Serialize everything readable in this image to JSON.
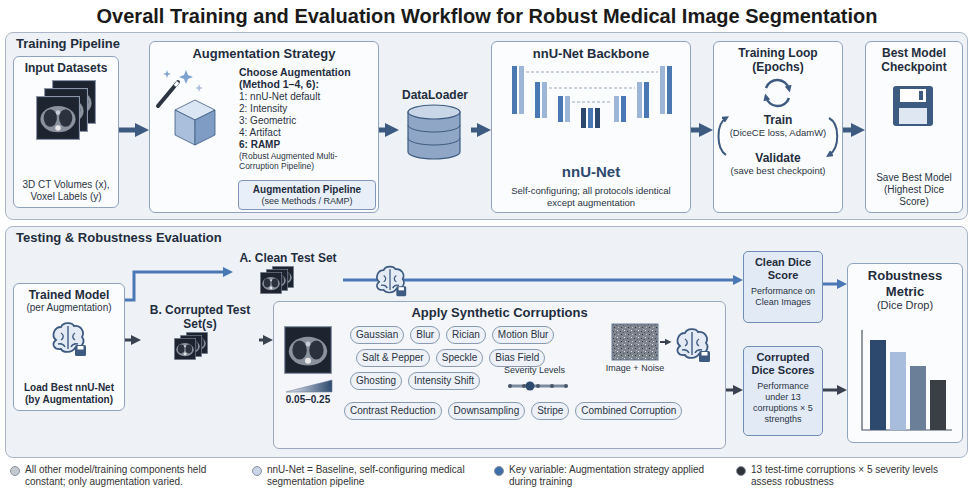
{
  "diagram": {
    "title": "Overall Training and Evaluation Workflow for Robust Medical Image Segmentation",
    "nodes": [
      {
        "text": [
          "Training Pipeline"
        ]
      },
      {
        "text": [
          "Input Datasets",
          "3D CT Volumes (x), Voxel Labels (y)"
        ],
        "in": 0
      },
      {
        "text": [
          "Augmentation Strategy",
          "Choose Augmentation (Method 1–4, 6):",
          "1: nnU-Net default",
          "2: Intensity",
          "3: Geometric",
          "4: Artifact",
          "6: RAMP",
          "(Robust Augmented Multi-Corruption Pipeline)"
        ],
        "in": 0
      },
      {
        "text": [
          "Augmentation Pipeline",
          "(see Methods / RAMP)"
        ],
        "in": 2
      },
      {
        "text": [
          "DataLoader"
        ],
        "in": 0
      },
      {
        "text": [
          "nnU-Net Backbone",
          "nnU-Net",
          "Self-configuring; all protocols identical except augmentation"
        ],
        "in": 0
      },
      {
        "text": [
          "Training Loop (Epochs)",
          "Train",
          "(DiceCE loss, AdamW)",
          "Validate",
          "(save best checkpoint)"
        ],
        "in": 0
      },
      {
        "text": [
          "Best Model Checkpoint",
          "Save Best Model (Highest Dice Score)"
        ],
        "in": 0
      },
      {
        "text": [
          "Testing & Robustness Evaluation"
        ]
      },
      {
        "text": [
          "Trained Model",
          "(per Augmentation)",
          "Load Best nnU-Net (by Augmentation)"
        ],
        "in": 8
      },
      {
        "text": [
          "A. Clean Test Set"
        ],
        "in": 8
      },
      {
        "text": [
          "B. Corrupted Test Set(s)"
        ],
        "in": 8
      },
      {
        "text": [
          "Apply Synthetic Corruptions"
        ],
        "in": 8
      },
      {
        "text": [
          "Gaussian"
        ],
        "in": 12
      },
      {
        "text": [
          "Blur"
        ],
        "in": 12
      },
      {
        "text": [
          "Rician"
        ],
        "in": 12
      },
      {
        "text": [
          "Motion Blur"
        ],
        "in": 12
      },
      {
        "text": [
          "Salt & Pepper"
        ],
        "in": 12
      },
      {
        "text": [
          "Speckle"
        ],
        "in": 12
      },
      {
        "text": [
          "Bias Field"
        ],
        "in": 12
      },
      {
        "text": [
          "Ghosting"
        ],
        "in": 12
      },
      {
        "text": [
          "Intensity Shift"
        ],
        "in": 12
      },
      {
        "text": [
          "Contrast Reduction"
        ],
        "in": 12
      },
      {
        "text": [
          "Downsampling"
        ],
        "in": 12
      },
      {
        "text": [
          "Stripe"
        ],
        "in": 12
      },
      {
        "text": [
          "Combined Corruption"
        ],
        "in": 12
      },
      {
        "text": [
          "Clean Dice Score",
          "Performance on Clean Images"
        ],
        "in": 8
      },
      {
        "text": [
          "Corrupted Dice Scores",
          "Performance under 13 corruptions × 5 strengths"
        ],
        "in": 8
      },
      {
        "text": [
          "Robustness Metric",
          "(Dice Drop)"
        ],
        "in": 8
      }
    ],
    "edges": [
      {
        "from": 1,
        "to": 2,
        "arrow": "to"
      },
      {
        "from": 2,
        "to": 4,
        "arrow": "to"
      },
      {
        "from": 4,
        "to": 5,
        "arrow": "to"
      },
      {
        "from": 5,
        "to": 6,
        "arrow": "to"
      },
      {
        "from": 6,
        "to": 7,
        "arrow": "to"
      },
      {
        "from": 9,
        "to": 10,
        "arrow": "to"
      },
      {
        "from": 9,
        "to": 11,
        "arrow": "to"
      },
      {
        "from": 10,
        "to": 26,
        "arrow": "to"
      },
      {
        "from": 11,
        "to": 12,
        "arrow": "to"
      },
      {
        "from": 12,
        "to": 27,
        "arrow": "to"
      },
      {
        "from": 26,
        "to": 28,
        "arrow": "to"
      },
      {
        "from": 27,
        "to": 28,
        "arrow": "to"
      }
    ],
    "labels": [
      "0.05–0.25",
      "Severity Levels",
      "Image + Noise"
    ],
    "legend": [
      {
        "text": "All other model/training components held constant; only augmentation varied.",
        "color": "#c4c9d0"
      },
      {
        "text": "nnU-Net = Baseline, self-configuring medical segmentation pipeline",
        "color": "#c9d5e6"
      },
      {
        "text": "Key variable: Augmentation strategy applied during training",
        "color": "#3f6fa8"
      },
      {
        "text": "13 test-time corruptions × 5 severity levels assess robustness",
        "color": "#2f3238"
      }
    ]
  }
}
